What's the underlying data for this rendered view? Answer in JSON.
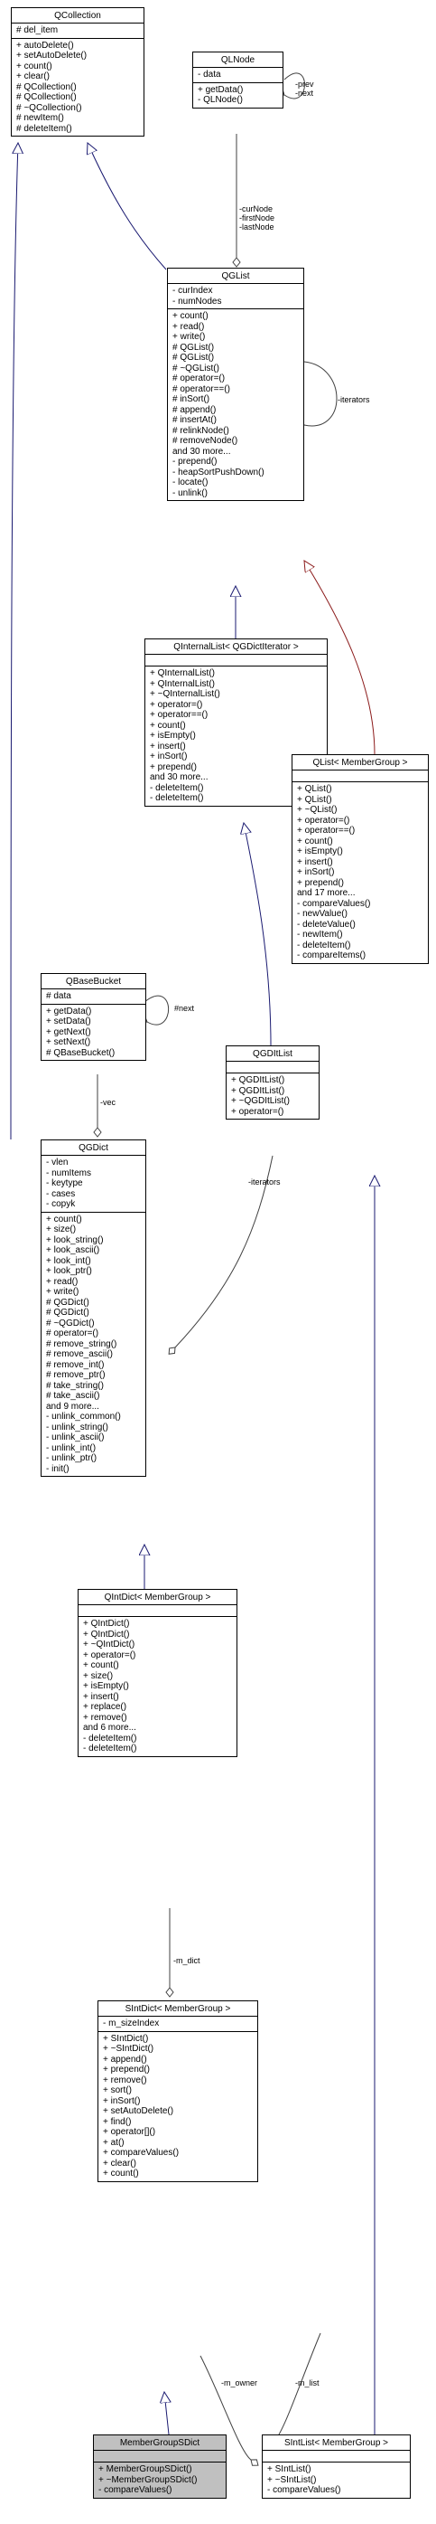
{
  "classes": {
    "qcollection": {
      "title": "QCollection",
      "attrs": [
        "# del_item"
      ],
      "methods": [
        "+ autoDelete()",
        "+ setAutoDelete()",
        "+ count()",
        "+ clear()",
        "# QCollection()",
        "# QCollection()",
        "# ~QCollection()",
        "# newItem()",
        "# deleteItem()"
      ]
    },
    "qlnode": {
      "title": "QLNode",
      "attrs": [
        "- data"
      ],
      "methods": [
        "+ getData()",
        "- QLNode()"
      ]
    },
    "qglist": {
      "title": "QGList",
      "attrs": [
        "- curIndex",
        "- numNodes"
      ],
      "methods": [
        "+ count()",
        "+ read()",
        "+ write()",
        "# QGList()",
        "# QGList()",
        "# ~QGList()",
        "# operator=()",
        "# operator==()",
        "# inSort()",
        "# append()",
        "# insertAt()",
        "# relinkNode()",
        "# removeNode()",
        "and 30 more...",
        "- prepend()",
        "- heapSortPushDown()",
        "- locate()",
        "- unlink()"
      ]
    },
    "qinternallist": {
      "title": "QInternalList< QGDictIterator >",
      "attrs": [],
      "methods": [
        "+ QInternalList()",
        "+ QInternalList()",
        "+ ~QInternalList()",
        "+ operator=()",
        "+ operator==()",
        "+ count()",
        "+ isEmpty()",
        "+ insert()",
        "+ inSort()",
        "+ prepend()",
        "and 30 more...",
        "- deleteItem()",
        "- deleteItem()"
      ]
    },
    "qlist": {
      "title": "QList< MemberGroup >",
      "attrs": [],
      "methods": [
        "+ QList()",
        "+ QList()",
        "+ ~QList()",
        "+ operator=()",
        "+ operator==()",
        "+ count()",
        "+ isEmpty()",
        "+ insert()",
        "+ inSort()",
        "+ prepend()",
        "and 17 more...",
        "- compareValues()",
        "- newValue()",
        "- deleteValue()",
        "- newItem()",
        "- deleteItem()",
        "- compareItems()"
      ]
    },
    "qbasebucket": {
      "title": "QBaseBucket",
      "attrs": [
        "# data"
      ],
      "methods": [
        "+ getData()",
        "+ setData()",
        "+ getNext()",
        "+ setNext()",
        "# QBaseBucket()"
      ]
    },
    "qgditlist": {
      "title": "QGDItList",
      "attrs": [],
      "methods": [
        "+ QGDItList()",
        "+ QGDItList()",
        "+ ~QGDItList()",
        "+ operator=()"
      ]
    },
    "qgdict": {
      "title": "QGDict",
      "attrs": [
        "- vlen",
        "- numItems",
        "- keytype",
        "- cases",
        "- copyk"
      ],
      "methods": [
        "+ count()",
        "+ size()",
        "+ look_string()",
        "+ look_ascii()",
        "+ look_int()",
        "+ look_ptr()",
        "+ read()",
        "+ write()",
        "# QGDict()",
        "# QGDict()",
        "# ~QGDict()",
        "# operator=()",
        "# remove_string()",
        "# remove_ascii()",
        "# remove_int()",
        "# remove_ptr()",
        "# take_string()",
        "# take_ascii()",
        "and 9 more...",
        "- unlink_common()",
        "- unlink_string()",
        "- unlink_ascii()",
        "- unlink_int()",
        "- unlink_ptr()",
        "- init()"
      ]
    },
    "qintdict": {
      "title": "QIntDict< MemberGroup >",
      "attrs": [],
      "methods": [
        "+ QIntDict()",
        "+ QIntDict()",
        "+ ~QIntDict()",
        "+ operator=()",
        "+ count()",
        "+ size()",
        "+ isEmpty()",
        "+ insert()",
        "+ replace()",
        "+ remove()",
        "and 6 more...",
        "- deleteItem()",
        "- deleteItem()"
      ]
    },
    "sintdict": {
      "title": "SIntDict< MemberGroup >",
      "attrs": [
        "- m_sizeIndex"
      ],
      "methods": [
        "+ SIntDict()",
        "+ ~SIntDict()",
        "+ append()",
        "+ prepend()",
        "+ remove()",
        "+ sort()",
        "+ inSort()",
        "+ setAutoDelete()",
        "+ find()",
        "+ operator[]()",
        "+ at()",
        "+ compareValues()",
        "+ clear()",
        "+ count()"
      ]
    },
    "membergroupsdict": {
      "title": "MemberGroupSDict",
      "attrs": [],
      "methods": [
        "+ MemberGroupSDict()",
        "+ ~MemberGroupSDict()",
        "- compareValues()"
      ]
    },
    "sintlist": {
      "title": "SIntList< MemberGroup >",
      "attrs": [],
      "methods": [
        "+ SIntList()",
        "+ ~SIntList()",
        "- compareValues()"
      ]
    }
  },
  "edge_labels": {
    "prev_next": "-prev\n-next",
    "curnode": "-curNode\n-firstNode\n-lastNode",
    "iterators_qglist": "-iterators",
    "next": "#next",
    "vec": "-vec",
    "iterators_qgdict": "-iterators",
    "m_dict": "-m_dict",
    "m_owner": "-m_owner",
    "m_list": "-m_list"
  },
  "colors": {
    "inherit": "#191970",
    "template": "#8b1a1a",
    "usage": "#404040",
    "highlight": "#c0c0c0"
  }
}
